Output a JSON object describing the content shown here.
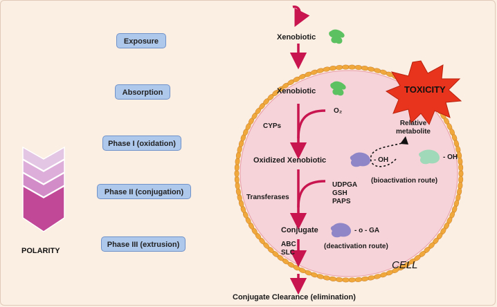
{
  "phases": [
    {
      "label": "Exposure"
    },
    {
      "label": "Absorption"
    },
    {
      "label": "Phase I (oxidation)"
    },
    {
      "label": "Phase II (conjugation)"
    },
    {
      "label": "Phase III (extrusion)"
    }
  ],
  "polarity_label": "POLARITY",
  "pathway": {
    "xenobiotic_outside": "Xenobiotic",
    "xenobiotic_inside": "Xenobiotic",
    "o2": "O₂",
    "cyps": "CYPs",
    "oxidized": "Oxidized Xenobiotic",
    "oh_1": "- OH",
    "oh_2": "- OH",
    "relative_metabolite_line1": "Relative",
    "relative_metabolite_line2": "metabolite",
    "bioactivation": "(bioactivation route)",
    "transferases": "Transferases",
    "cofactor_1": "UDPGA",
    "cofactor_2": "GSH",
    "cofactor_3": "PAPS",
    "conjugate": "Conjugate",
    "conjugate_group": "- o - GA",
    "deactivation": "(deactivation route)",
    "abc": "ABC",
    "slc": "SLC",
    "clearance": "Conjugate Clearance (elimination)"
  },
  "toxicity_label": "TOXICITY",
  "cell_label": "CELL",
  "colors": {
    "background": "#fbeee3",
    "box_fill": "#aec8ec",
    "box_border": "#6f91c9",
    "arrow": "#c8144f",
    "cell_fill": "#f6d3d8",
    "membrane": "#f0a83c",
    "toxicity": "#e8341c",
    "molecule_green": "#5cc261",
    "molecule_purple": "#8f86c8",
    "molecule_teal": "#9fd9b9",
    "chevron_dark": "#c04896",
    "chevron_light": "#e3b2dc"
  }
}
